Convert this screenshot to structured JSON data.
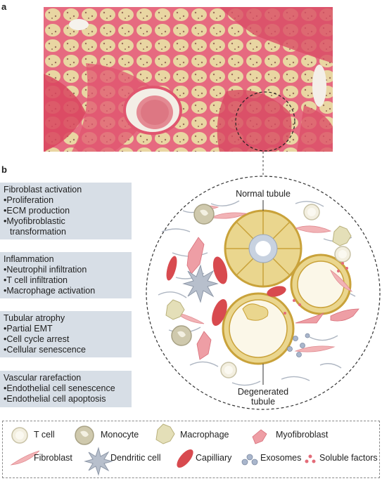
{
  "panels": {
    "a": "a",
    "b": "b"
  },
  "boxes": [
    {
      "title": "Fibroblast activation",
      "items": [
        "Proliferation",
        "ECM production",
        "Myofibroblastic",
        "transformation"
      ]
    },
    {
      "title": "Inflammation",
      "items": [
        "Neutrophil infiltration",
        "T cell infiltration",
        "Macrophage activation"
      ]
    },
    {
      "title": "Tubular atrophy",
      "items": [
        "Partial EMT",
        "Cell cycle arrest",
        "Cellular senescence"
      ]
    },
    {
      "title": "Vascular rarefaction",
      "items": [
        "Endothelial cell senescence",
        "Endothelial cell apoptosis"
      ]
    }
  ],
  "scheme": {
    "normal_tubule": "Normal tubule",
    "degenerated_line1": "Degenerated",
    "degenerated_line2": "tubule"
  },
  "legend": {
    "t_cell": "T cell",
    "monocyte": "Monocyte",
    "macrophage": "Macrophage",
    "myofibroblast": "Myofibroblast",
    "fibroblast": "Fibroblast",
    "dendritic_cell": "Dendritic cell",
    "capillary": "Capilliary",
    "exosomes": "Exosomes",
    "soluble_factors": "Soluble factors"
  },
  "colors": {
    "tissue_pink": "#e0566f",
    "tubule_yellow": "#ead68e",
    "tubule_edge": "#c9a23a",
    "box_bg": "#d7dee6",
    "capillary_red": "#d84a4f",
    "fibroblast_pink": "#f2b3b6"
  }
}
